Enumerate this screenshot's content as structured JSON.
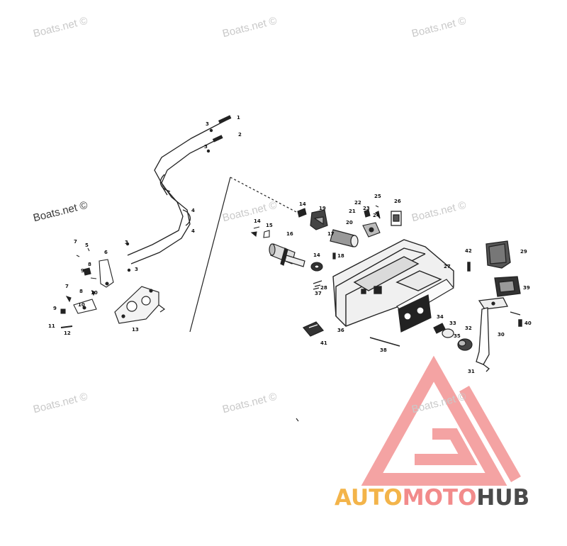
{
  "watermark": {
    "text": "Boats.net ©",
    "positions": [
      "top-left",
      "top-center",
      "top-right",
      "mid-left",
      "mid-center",
      "mid-right",
      "low-left",
      "low-center",
      "low-right"
    ]
  },
  "logo": {
    "part1": "AUTO",
    "part2": "MOTO",
    "part3": "HUB",
    "colors": {
      "auto": "#f3b44a",
      "moto": "#f28b8b",
      "hub": "#4a4a4a",
      "triangle": "#f4a3a3"
    }
  },
  "callouts": [
    "1",
    "2",
    "3",
    "3",
    "4",
    "4",
    "3",
    "3",
    "5",
    "6",
    "7",
    "8",
    "9",
    "10",
    "7",
    "8",
    "9",
    "10",
    "11",
    "12",
    "13",
    "14",
    "14",
    "14",
    "15",
    "16",
    "17",
    "18",
    "19",
    "20",
    "21",
    "22",
    "23",
    "24",
    "25",
    "26",
    "27",
    "28",
    "29",
    "30",
    "31",
    "32",
    "33",
    "34",
    "35",
    "36",
    "37",
    "38",
    "39",
    "40",
    "41",
    "42"
  ]
}
